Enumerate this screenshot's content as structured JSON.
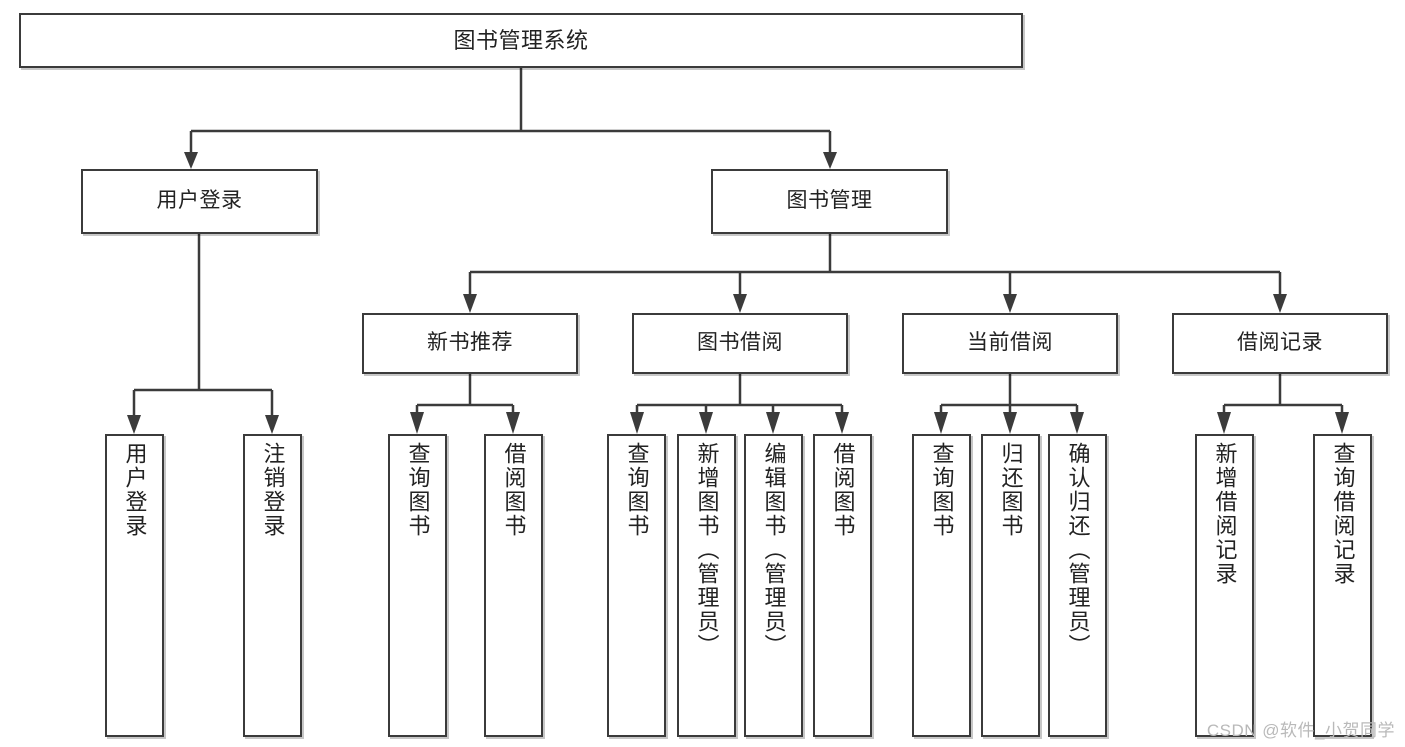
{
  "diagram": {
    "type": "tree-hierarchy-diagram",
    "title": "图书管理系统",
    "watermark": "CSDN @软件_小贺同学",
    "accent_color": "#3b3b3b",
    "background_color": "#ffffff",
    "nodes": {
      "root": {
        "label": "图书管理系统"
      },
      "level2": [
        {
          "id": "user-login",
          "label": "用户登录"
        },
        {
          "id": "book-management",
          "label": "图书管理"
        }
      ],
      "level3": [
        {
          "id": "new-book-recommend",
          "label": "新书推荐"
        },
        {
          "id": "book-borrow",
          "label": "图书借阅"
        },
        {
          "id": "current-borrow",
          "label": "当前借阅"
        },
        {
          "id": "borrow-record",
          "label": "借阅记录"
        }
      ],
      "leaves": {
        "user_login": [
          {
            "id": "leaf-user-login",
            "label": "用户登录"
          },
          {
            "id": "leaf-logout-login",
            "label": "注销登录"
          }
        ],
        "new_book_recommend": [
          {
            "id": "leaf-query-book-1",
            "label": "查询图书"
          },
          {
            "id": "leaf-borrow-book-1",
            "label": "借阅图书"
          }
        ],
        "book_borrow": [
          {
            "id": "leaf-query-book-2",
            "label": "查询图书"
          },
          {
            "id": "leaf-add-book",
            "label": "新增图书（管理员）"
          },
          {
            "id": "leaf-edit-book",
            "label": "编辑图书（管理员）"
          },
          {
            "id": "leaf-borrow-book-2",
            "label": "借阅图书"
          }
        ],
        "current_borrow": [
          {
            "id": "leaf-query-book-3",
            "label": "查询图书"
          },
          {
            "id": "leaf-return-book",
            "label": "归还图书"
          },
          {
            "id": "leaf-confirm-return",
            "label": "确认归还（管理员）"
          }
        ],
        "borrow_record": [
          {
            "id": "leaf-add-record",
            "label": "新增借阅记录"
          },
          {
            "id": "leaf-query-record",
            "label": "查询借阅记录"
          }
        ]
      }
    }
  }
}
